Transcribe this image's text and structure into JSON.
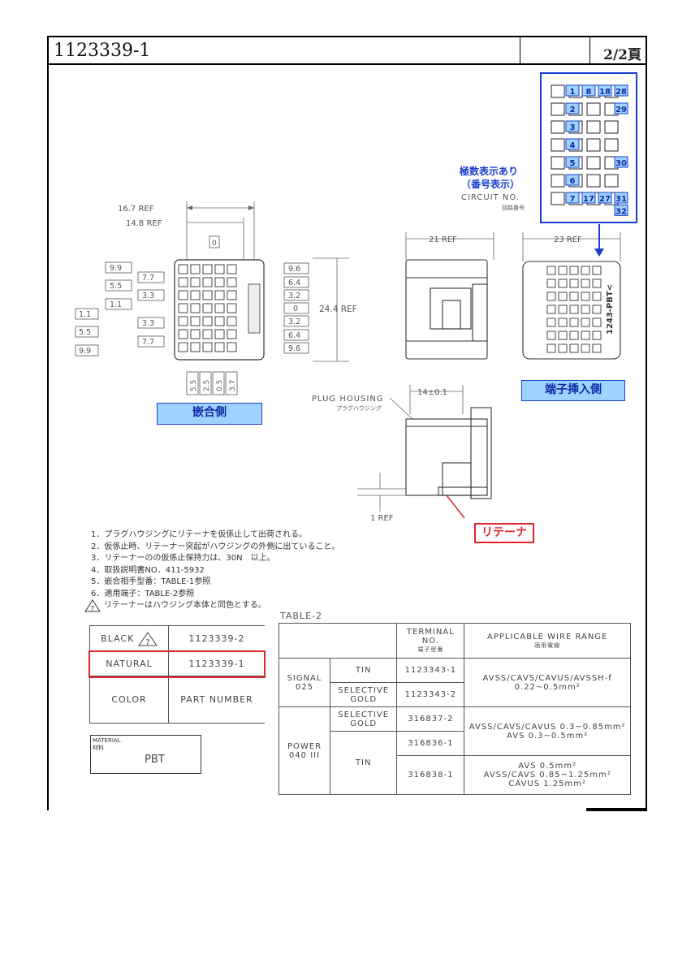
{
  "title": "1123339-1",
  "page": "2/2頁",
  "dims": {
    "ref_top1": "16.7 REF",
    "ref_top2": "14.8 REF",
    "zero_top": "0",
    "left": [
      "9.9",
      "7.7",
      "5.5",
      "3.3",
      "1.1",
      "1.1",
      "3.3",
      "5.5",
      "7.7",
      "9.9"
    ],
    "right": [
      "9.6",
      "6.4",
      "3.2",
      "0",
      "3.2",
      "6.4",
      "9.6"
    ],
    "height": "24.4 REF",
    "bottom": [
      "5.5",
      "2.5",
      "0.5",
      "3.7"
    ],
    "side_width": "21 REF",
    "rear_width": "23 REF",
    "retainer_width": "14±0.1",
    "retainer_ref": "1 REF",
    "rear_label": "1243-PBT<"
  },
  "labels": {
    "mating_side": "嵌合側",
    "terminal_side": "端子挿入側",
    "retainer": "リテーナ",
    "plug_housing": "PLUG HOUSING",
    "plug_housing_jp": "プラグハウジング",
    "circuit_no": "CIRCUIT NO.",
    "circuit_no_jp": "回路番号",
    "pole_display_1": "極数表示あり",
    "pole_display_2": "（番号表示）"
  },
  "circuit_numbers": [
    "1",
    "8",
    "18",
    "28",
    "29",
    "2",
    "3",
    "4",
    "30",
    "5",
    "6",
    "7",
    "17",
    "27",
    "31",
    "32"
  ],
  "notes": [
    "1．プラグハウジングにリテーナを仮係止して出荷される。",
    "2．仮係止時、リテーナー突起がハウジングの外側に出ていること。",
    "3．リテーナーのの仮係止保持力は、30N　以上。",
    "4．取扱説明書NO．411-5932",
    "5．嵌合相手型番：TABLE-1参照",
    "6．適用端子：TABLE-2参照",
    "リテーナーはハウジング本体と同色とする。"
  ],
  "note_warn_mark": "7",
  "part_table": {
    "rows": [
      {
        "color": "BLACK",
        "mark": "7",
        "part": "1123339-2"
      },
      {
        "color": "NATURAL",
        "part": "1123339-1"
      }
    ],
    "header_color": "COLOR",
    "header_part": "PART NUMBER"
  },
  "material": {
    "label": "MATERIAL",
    "label_jp": "材料",
    "value": "PBT"
  },
  "table2": {
    "caption": "TABLE-2",
    "h_terminal": "TERMINAL",
    "h_no": "NO.",
    "h_terminal_jp": "端子型番",
    "h_wire": "APPLICABLE WIRE RANGE",
    "h_wire_jp": "適用電線",
    "signal": "SIGNAL",
    "signal_size": "025",
    "power": "POWER",
    "power_size": "040 III",
    "tin": "TIN",
    "selective": "SELECTIVE",
    "gold": "GOLD",
    "p1": "1123343-1",
    "p2": "1123343-2",
    "p3": "316837-2",
    "p4": "316836-1",
    "p5": "316838-1",
    "w_signal_1": "AVSS/CAVS/CAVUS/AVSSH-f",
    "w_signal_2": "0.22~0.5mm²",
    "w_power_1": "AVSS/CAVS/CAVUS 0.3~0.85mm²",
    "w_power_2": "AVS 0.3~0.5mm²",
    "w_power_3": "AVS 0.5mm²",
    "w_power_4": "AVSS/CAVS 0.85~1.25mm²",
    "w_power_5": "CAVUS 1.25mm²"
  },
  "colors": {
    "highlight_blue": "#9fd3ff",
    "badge_border": "#1a3fcf",
    "red_box": "#e0242c"
  }
}
